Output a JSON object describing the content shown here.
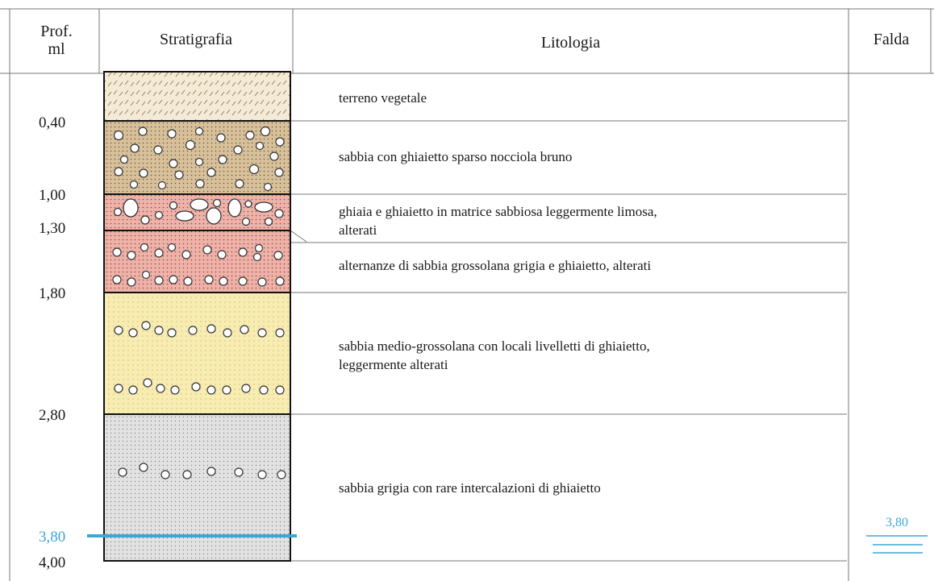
{
  "headers": {
    "prof": "Prof.",
    "prof_unit": "ml",
    "stratigrafia": "Stratigrafia",
    "litologia": "Litologia",
    "falda": "Falda"
  },
  "depths": [
    "0,40",
    "1,00",
    "1,30",
    "1,80",
    "2,80",
    "3,80",
    "4,00"
  ],
  "water_depth": "3,80",
  "falda_value": "3,80",
  "layers": [
    {
      "description": "terreno vegetale",
      "pattern": "vegetal-soil",
      "color": "#f4ead6"
    },
    {
      "description": "sabbia con ghiaietto sparso nocciola bruno",
      "pattern": "sand-gravel",
      "color": "#d8c09a"
    },
    {
      "description": "ghiaia e ghiaietto in matrice sabbiosa leggermente limosa,",
      "description_2": "alterati",
      "pattern": "gravel-red",
      "color": "#ecb8b0"
    },
    {
      "description": "alternanze di sabbia grossolana grigia e ghiaietto, alterati",
      "pattern": "sand-gravel-red",
      "color": "#e9a9a2"
    },
    {
      "description": "sabbia medio-grossolana con locali livelletti di ghiaietto,",
      "description_2": "leggermente alterati",
      "pattern": "sand-yellow",
      "color": "#f7ecb2"
    },
    {
      "description": "sabbia grigia con rare intercalazioni di ghiaietto",
      "pattern": "sand-grey",
      "color": "#dcdcdc"
    }
  ],
  "colors": {
    "water": "#3aa7d6",
    "lines": "#555555"
  }
}
